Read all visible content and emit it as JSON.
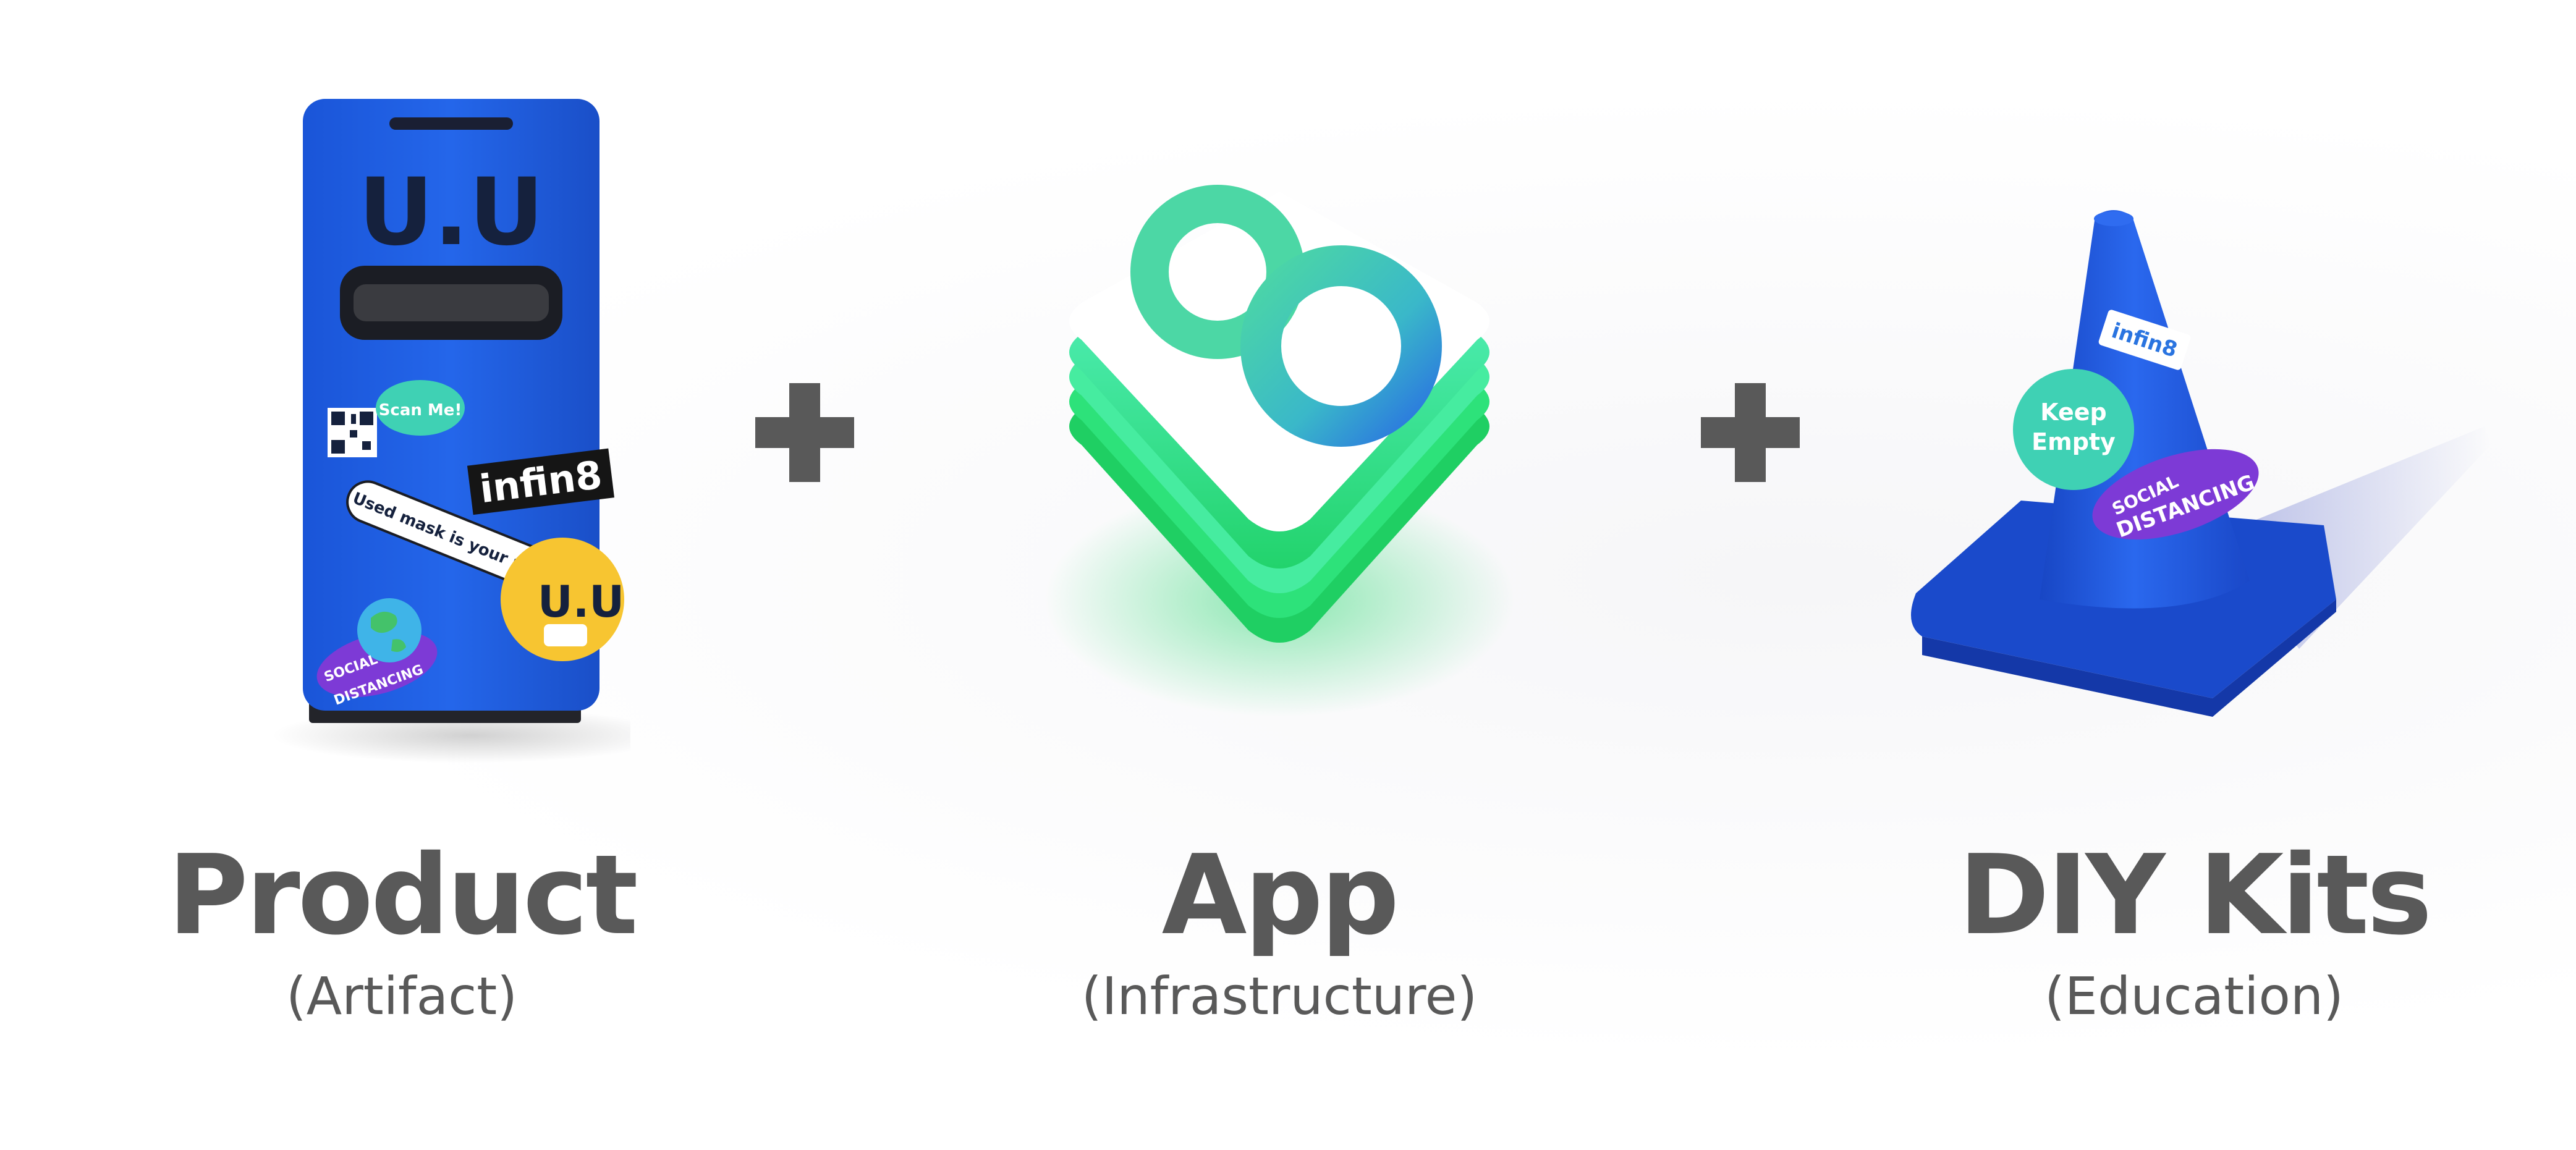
{
  "items": [
    {
      "heading": "Product",
      "sub": "(Artifact)",
      "stickers": {
        "face": "U.U",
        "scan": "Scan Me!",
        "brand": "infin8",
        "slogan": "Used mask is your money.",
        "social": "SOCIAL",
        "distancing": "DISTANCING",
        "emoji_face": "U.U"
      }
    },
    {
      "heading": "App",
      "sub": "(Infrastructure)",
      "logo": "8"
    },
    {
      "heading": "DIY Kits",
      "sub": "(Education)",
      "stickers": {
        "brand": "infin8",
        "keep_line1": "Keep",
        "keep_line2": "Empty",
        "social": "SOCIAL",
        "distancing": "DISTANCING"
      }
    }
  ],
  "colors": {
    "text": "#595959",
    "product_blue": "#1e5fe0",
    "app_green": "#3ee88f",
    "cone_blue": "#1f56d6",
    "sticker_teal": "#3fd1b4"
  },
  "icons": [
    "plus-icon",
    "qr-code-icon",
    "globe-icon",
    "app-logo-icon"
  ]
}
